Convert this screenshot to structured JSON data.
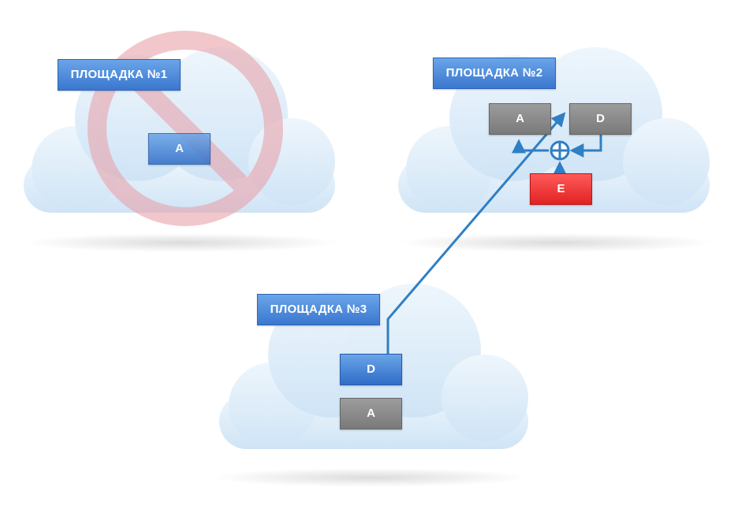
{
  "sites": [
    {
      "label": "ПЛОЩАДКА №1",
      "status": "unavailable"
    },
    {
      "label": "ПЛОЩАДКА №2"
    },
    {
      "label": "ПЛОЩАДКА №3"
    }
  ],
  "nodes": {
    "site1_a": "A",
    "site2_a": "A",
    "site2_d": "D",
    "site2_e": "E",
    "site3_d": "D",
    "site3_a": "A"
  },
  "colors": {
    "cloud": "#d9ebf8",
    "connector": "#2f7fc4",
    "prohibition": "#e8a3ab",
    "node_blue": "#4a88d8",
    "node_gray": "#8a8a8a",
    "node_red": "#f03a3a"
  }
}
